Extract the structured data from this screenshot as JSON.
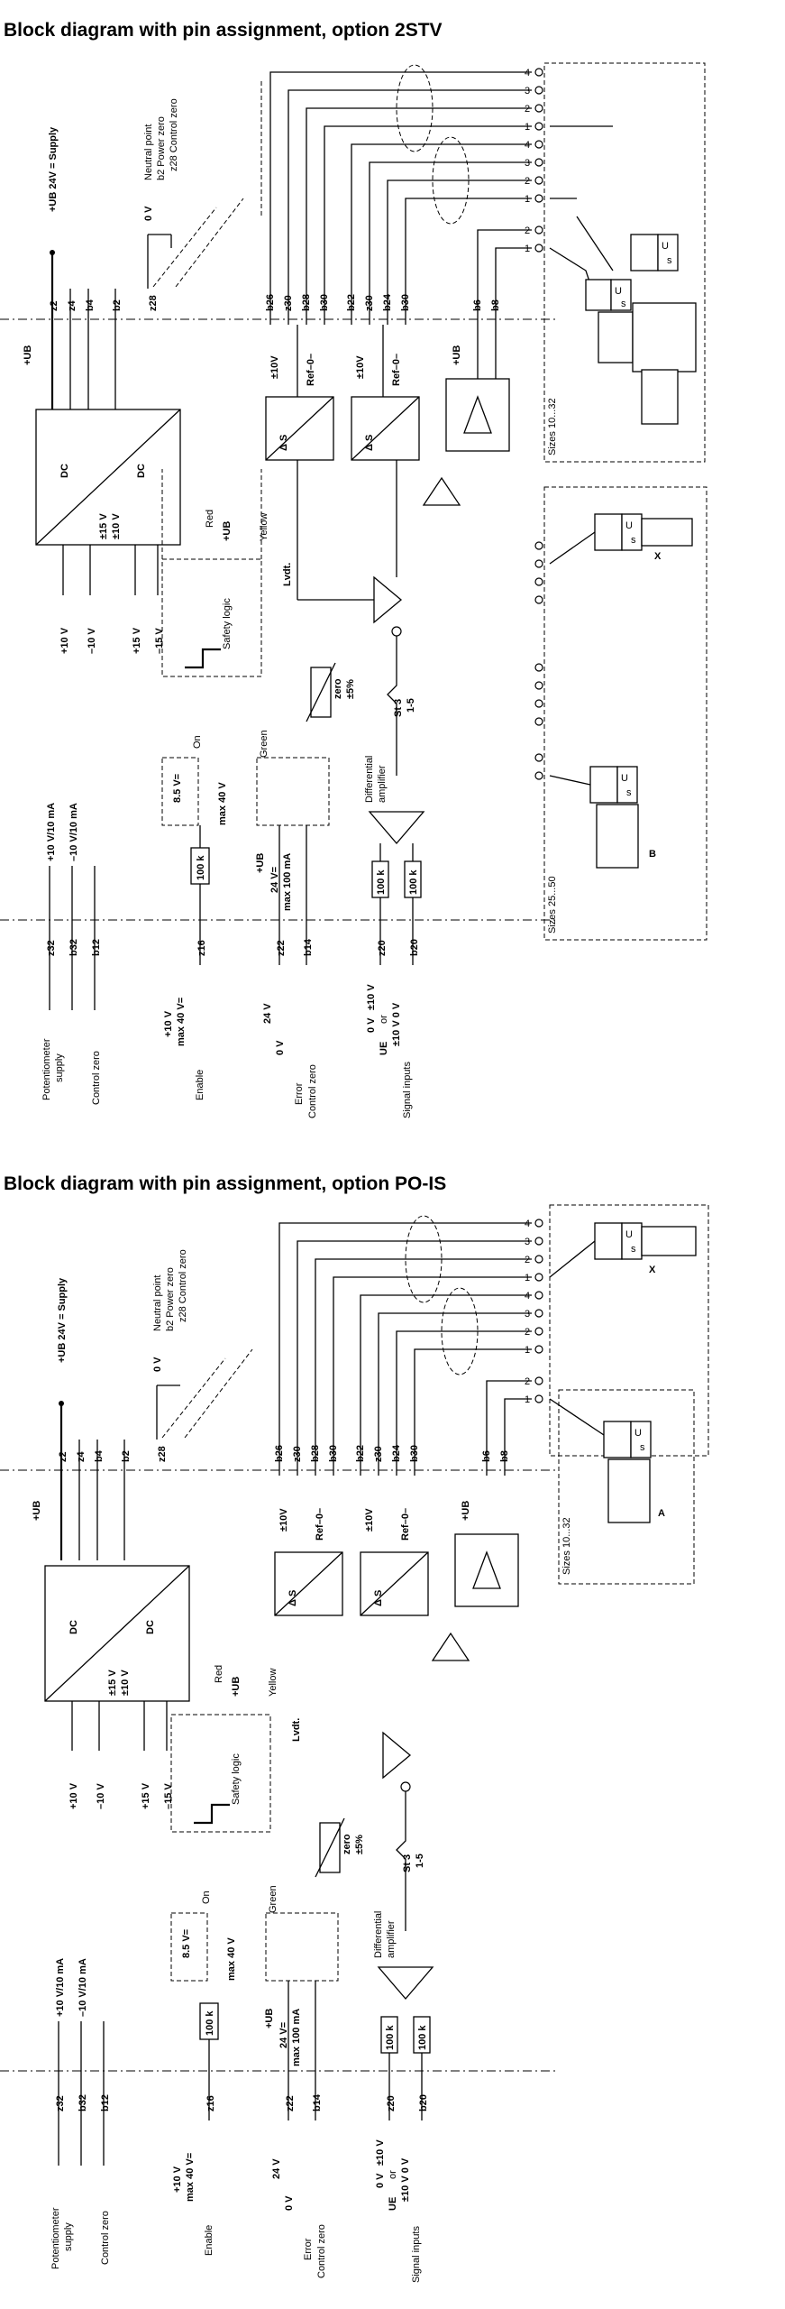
{
  "titles": {
    "diagram_1": "Block diagram with pin assignment, option 2STV",
    "diagram_2": "Block diagram with pin assignment, option PO-IS"
  },
  "labels": {
    "ub": "+UB",
    "supply": "+UB 24V = Supply",
    "ov": "0 V",
    "neutral_point": "Neutral point",
    "power_zero": "b2 Power zero",
    "control_zero_z28": "z28 Control zero",
    "pin_z2": "z2",
    "pin_z4": "z4",
    "pin_b4": "b4",
    "pin_b2": "b2",
    "pin_z28": "z28",
    "pin_b26": "b26",
    "pin_z30": "z30",
    "pin_b28": "b28",
    "pin_b30": "b30",
    "pin_b22": "b22",
    "pin_b24": "b24",
    "pin_b6": "b6",
    "pin_b8": "b8",
    "pin_z32": "z32",
    "pin_b32": "b32",
    "pin_b12": "b12",
    "pin_z16": "z16",
    "pin_z22": "z22",
    "pin_b14": "b14",
    "pin_z20": "z20",
    "pin_b20": "b20",
    "dc": "DC",
    "pm15v": "±15 V",
    "pm10v": "±10 V",
    "out_p10v": "+10 V",
    "out_m10v": "–10 V",
    "out_p15v": "+15 V",
    "out_m15v": "–15 V",
    "pm10v_ref": "±10V",
    "ref_minus_0_plus": "Ref–0–",
    "delta_s": "Δ S",
    "safety_logic": "Safety logic",
    "red": "Red",
    "yellow": "Yellow",
    "green": "Green",
    "on": "On",
    "lvdt": "Lvdt.",
    "zero": "zero",
    "pm5pct": "±5%",
    "st3": "St 3",
    "st3_range": "1-5",
    "diff_amp_1": "Differential",
    "diff_amp_2": "amplifier",
    "v85": "8.5 V=",
    "max40": "max 40 V",
    "v24": "24 V=",
    "max100ma": "max 100 mA",
    "r100k": "100 k",
    "pot_p10": "+10 V/10 mA",
    "pot_m10": "–10 V/10 mA",
    "potentiometer": "Potentiometer",
    "pot_supply": "supply",
    "control_zero": "Control zero",
    "enable_v": "+10 V",
    "enable_max": "max 40 V=",
    "enable": "Enable",
    "error_24v": "24 V",
    "error_0v": "0 V",
    "error": "Error",
    "sig_0v": "0 V",
    "sig_pm10v": "±10 V",
    "sig_ue": "UE",
    "sig_or": "or",
    "sig_pm10v_0v": "±10 V  0 V",
    "signal_inputs": "Signal inputs",
    "sizes_10_32": "Sizes 10...32",
    "sizes_25_50": "Sizes 25...50",
    "valve_a": "A",
    "valve_b": "B",
    "valve_x": "X",
    "valve_u": "U",
    "valve_s": "s",
    "n1": "1",
    "n2": "2",
    "n3": "3",
    "n4": "4"
  },
  "colors": {
    "line": "#000000",
    "background": "#ffffff"
  }
}
